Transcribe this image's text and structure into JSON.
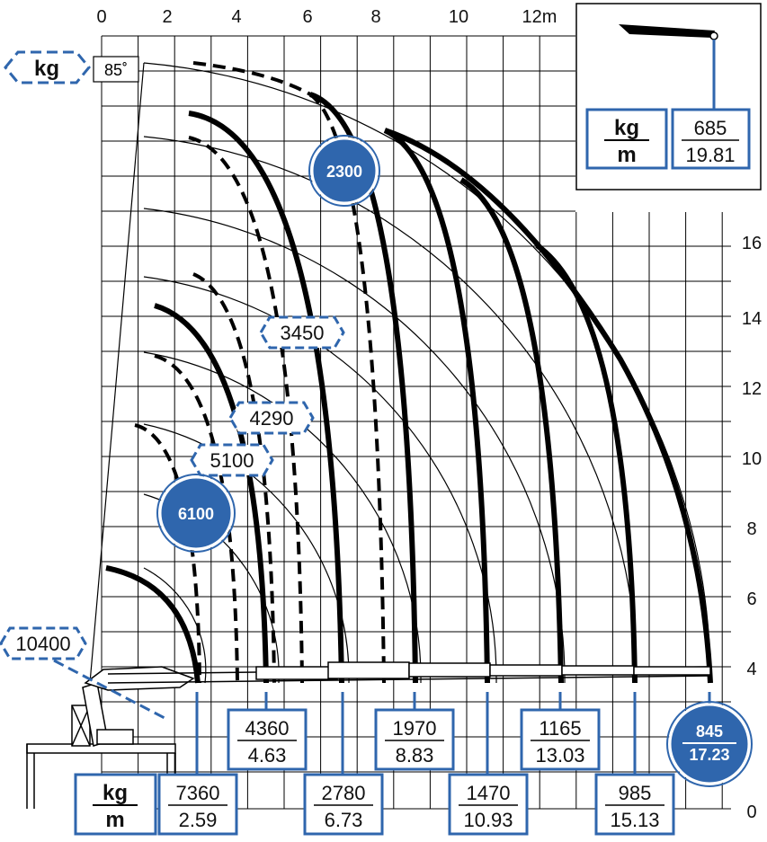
{
  "chart_data": {
    "type": "line",
    "x_ticks": [
      "0",
      "2",
      "4",
      "6",
      "8",
      "10",
      "12m"
    ],
    "y_ticks": [
      "16",
      "14",
      "12",
      "10",
      "8",
      "6",
      "4",
      "0"
    ],
    "legend_unit": "kg",
    "angle_label": "85˚",
    "unit_top": "kg",
    "unit_bottom": "m",
    "max_outreach": {
      "load": "685",
      "reach": "19.81"
    },
    "capacity_labels": [
      "10400",
      "5100",
      "4290",
      "3450"
    ],
    "highlighted_capacities": [
      "6100",
      "2300"
    ],
    "outreach_points": [
      {
        "load": "7360",
        "reach": "2.59"
      },
      {
        "load": "4360",
        "reach": "4.63"
      },
      {
        "load": "2780",
        "reach": "6.73"
      },
      {
        "load": "1970",
        "reach": "8.83"
      },
      {
        "load": "1470",
        "reach": "10.93"
      },
      {
        "load": "1165",
        "reach": "13.03"
      },
      {
        "load": "985",
        "reach": "15.13"
      }
    ],
    "highlighted_outreach": {
      "load": "845",
      "reach": "17.23"
    },
    "colors": {
      "accent": "#2f66ad",
      "line": "#000000",
      "grid": "#000000"
    }
  }
}
